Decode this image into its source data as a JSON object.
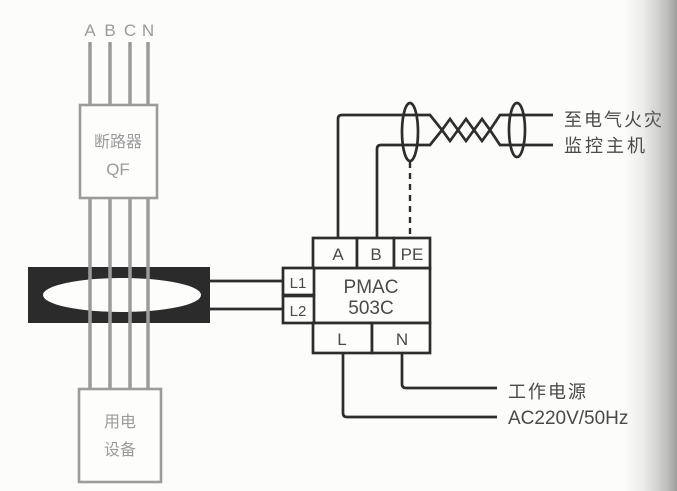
{
  "diagram": {
    "phase_labels": [
      "A",
      "B",
      "C",
      "N"
    ],
    "breaker": {
      "line1": "断路器",
      "line2": "QF"
    },
    "load": {
      "line1": "用电",
      "line2": "设备"
    },
    "device": {
      "name_line1": "PMAC",
      "name_line2": "503C",
      "terminal_a": "A",
      "terminal_b": "B",
      "terminal_pe": "PE",
      "terminal_l1": "L1",
      "terminal_l2": "L2",
      "terminal_l": "L",
      "terminal_n": "N"
    },
    "annotations": {
      "monitor_line1": "至电气火灾",
      "monitor_line2": "监控主机",
      "power_line1": "工作电源",
      "power_line2": "AC220V/50Hz"
    },
    "colors": {
      "wire_black": "#2d2d2d",
      "wire_gray": "#9b9b9b",
      "text_dark": "#4a4a4a",
      "text_gray": "#9b9b9b",
      "ct_fill": "#2b2b2b",
      "background": "#fcfcfb"
    }
  }
}
